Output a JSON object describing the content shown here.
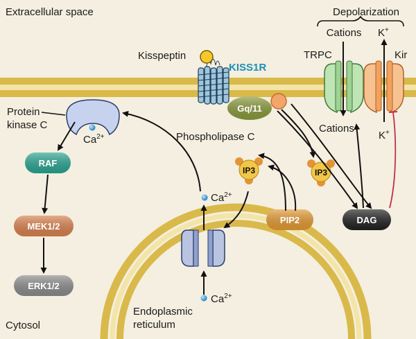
{
  "labels": {
    "extracellular": "Extracellular space",
    "depolarization": "Depolarization",
    "cations_top": "Cations",
    "k_top": "K",
    "k_sup": "+",
    "kisspeptin": "Kisspeptin",
    "kiss1r": "KISS1R",
    "trpc": "TRPC",
    "kir": "Kir",
    "gq11": "Gq/11",
    "plc": "Phospholipase C",
    "pkc_line1": "Protein",
    "pkc_line2": "kinase C",
    "ca": "Ca",
    "ca_sup": "2+",
    "cations_bottom": "Cations",
    "k_bottom": "K",
    "raf": "RAF",
    "mek": "MEK1/2",
    "erk": "ERK1/2",
    "ip3": "IP3",
    "pip2": "PIP2",
    "dag": "DAG",
    "er_line1": "Endoplasmic",
    "er_line2": "reticulum",
    "cytosol": "Cytosol"
  },
  "colors": {
    "background": "#f4efe0",
    "membrane_gold": "#d9b94a",
    "membrane_inner": "#f3e4a8",
    "kiss1r_blue": "#1b8fb8",
    "gq_green": "#8a9a3c",
    "raf_teal": "#2aa592",
    "mek_orange": "#d9814e",
    "erk_gray": "#8c8c8c",
    "pip2_orange": "#e49a33",
    "dag_black": "#222222",
    "ip3_yellow": "#f2c646",
    "trpc_green": "#9fd294",
    "kir_orange": "#f3a25e",
    "ca_dot": "#2b9ad8",
    "inhibit_red": "#c0304a"
  },
  "icons": [
    "kisspeptin-ligand-icon",
    "kiss1r-receptor-icon",
    "trpc-channel-icon",
    "kir-channel-icon",
    "pkc-enzyme-icon",
    "er-channel-icon",
    "plc-enzyme-icon"
  ]
}
